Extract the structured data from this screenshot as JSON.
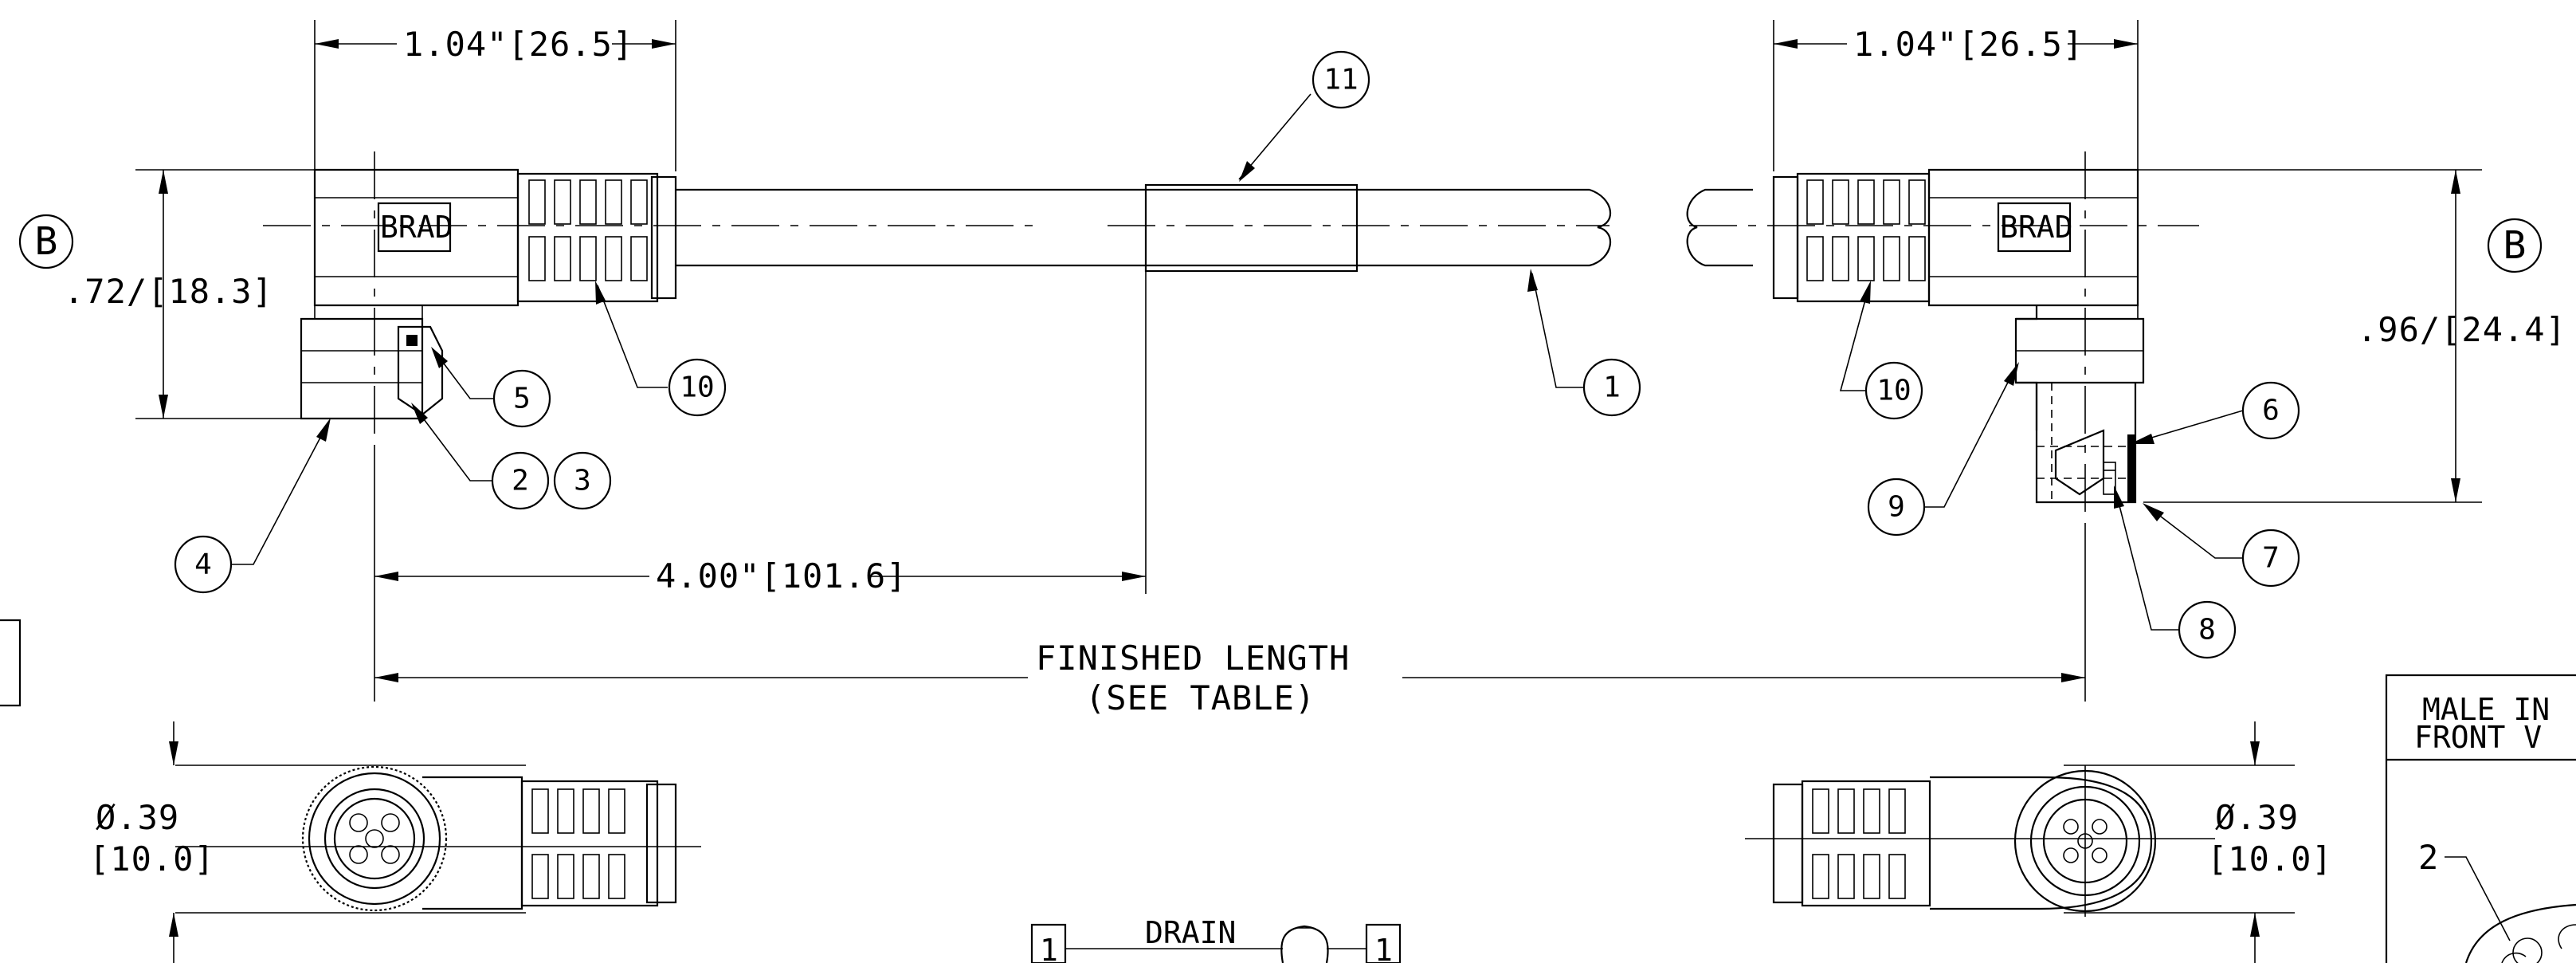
{
  "dimensions": {
    "left_connector_width": "1.04\"[26.5]",
    "right_connector_width": "1.04\"[26.5]",
    "left_height": ".72/[18.3]",
    "right_height": ".96/[24.4]",
    "offset_length": "4.00\"[101.6]",
    "finished_length_line1": "FINISHED LENGTH",
    "finished_length_line2": "(SEE TABLE)",
    "left_diameter_line1": "Ø.39",
    "left_diameter_line2": "[10.0]",
    "right_diameter_line1": "Ø.39",
    "right_diameter_line2": "[10.0]"
  },
  "datum_labels": {
    "left": "B",
    "right": "B"
  },
  "brand_marks": {
    "left": "BRAD",
    "right": "BRAD"
  },
  "balloons": [
    "1",
    "2",
    "3",
    "4",
    "5",
    "6",
    "7",
    "8",
    "9",
    "10",
    "10",
    "11"
  ],
  "wiring": {
    "left_pin": "1",
    "right_pin": "1",
    "drain_label": "DRAIN"
  },
  "insert_view": {
    "header_line1": "MALE IN",
    "header_line2": "FRONT V",
    "pin_callout": "2"
  }
}
